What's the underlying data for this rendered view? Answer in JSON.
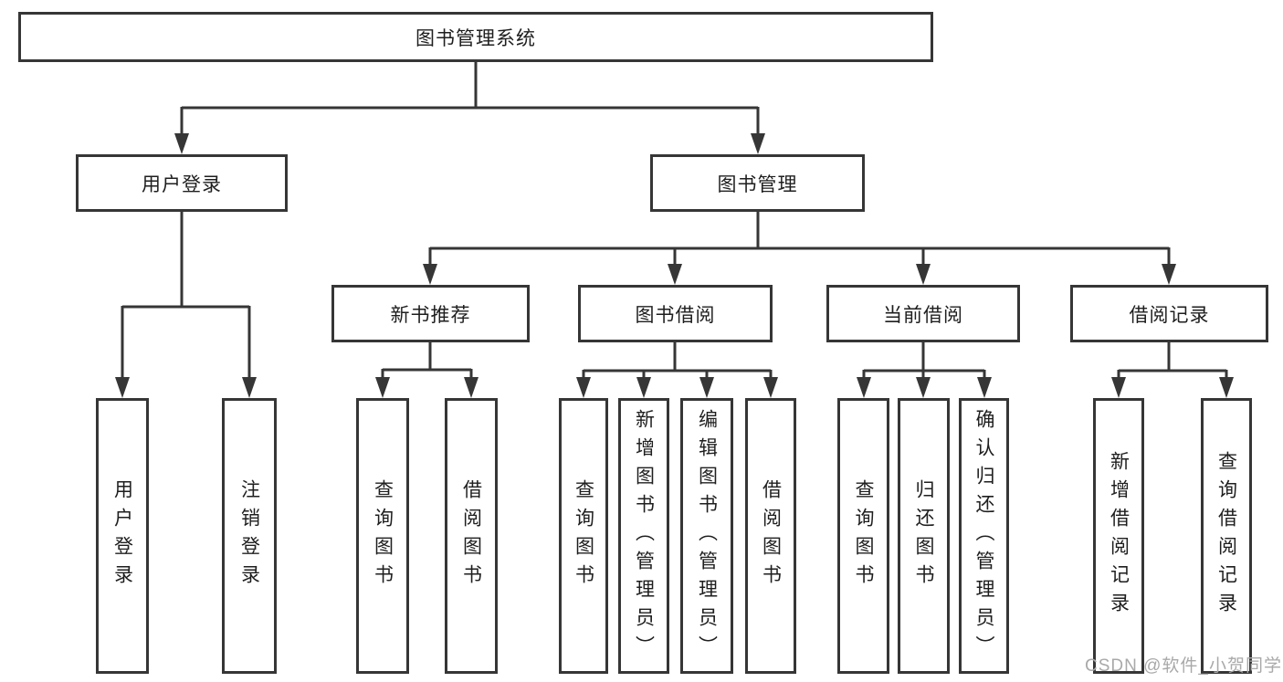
{
  "colors": {
    "line": "#363636",
    "box_border": "#363636",
    "text": "#1e1e1e",
    "background": "#ffffff",
    "watermark_gray": "#a9a9a9"
  },
  "chart": {
    "root": "图书管理系统",
    "branches": [
      {
        "label": "用户登录",
        "children": [
          "用户登录",
          "注销登录"
        ]
      },
      {
        "label": "图书管理",
        "children": [
          {
            "label": "新书推荐",
            "children": [
              "查询图书",
              "借阅图书"
            ]
          },
          {
            "label": "图书借阅",
            "children": [
              "查询图书",
              "新增图书（管理员）",
              "编辑图书（管理员）",
              "借阅图书"
            ]
          },
          {
            "label": "当前借阅",
            "children": [
              "查询图书",
              "归还图书",
              "确认归还（管理员）"
            ]
          },
          {
            "label": "借阅记录",
            "children": [
              "新增借阅记录",
              "查询借阅记录"
            ]
          }
        ]
      }
    ],
    "watermark": "CSDN @软件_小贺同学"
  }
}
